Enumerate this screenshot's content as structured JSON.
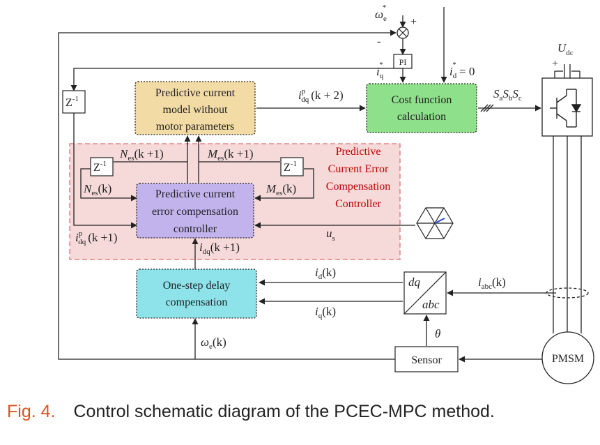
{
  "blocks": {
    "model": [
      "Predictive current",
      "model without",
      "motor parameters"
    ],
    "cost": [
      "Cost function",
      "calculation"
    ],
    "pcec_ctrl": [
      "Predictive current",
      "error compensation",
      "controller"
    ],
    "delay": [
      "One-step delay",
      "compensation"
    ],
    "pcec_region": [
      "Predictive",
      "Current Error",
      "Compensation",
      "Controller"
    ],
    "pi": "PI",
    "zinv": "Z",
    "zinv_sup": "-1",
    "dq": "dq",
    "abc": "abc",
    "sensor": "Sensor",
    "pmsm": "PMSM"
  },
  "signals": {
    "omega_ref": "ω",
    "omega_ref_sub": "e",
    "omega_ref_sup": "*",
    "plus": "+",
    "minus": "-",
    "iq_ref": "i",
    "iq_ref_sub": "q",
    "iq_ref_sup": "*",
    "id_ref": "i",
    "id_ref_sub": "d",
    "id_ref_sup": "*",
    "id_ref_val": " = 0",
    "idq_pred": "i",
    "idq_pred_sup": "p",
    "idq_pred_sub": "dq",
    "idq_pred_arg": "(k + 2)",
    "switch_states": "S",
    "switch_sub_a": "a",
    "switch_sub_b": "b",
    "switch_sub_c": "c",
    "udc": "U",
    "udc_sub": "dc",
    "nes_next": "N",
    "nes_next_sub": "es",
    "nes_next_arg": "(k +1)",
    "mes_next": "M",
    "mes_next_sub": "es",
    "mes_next_arg": "(k +1)",
    "nes": "N",
    "nes_sub": "es",
    "nes_arg": "(k)",
    "mes": "M",
    "mes_sub": "es",
    "mes_arg": "(k)",
    "us": "u",
    "us_sub": "s",
    "ip_left": "i",
    "ip_left_sup": "p",
    "ip_left_sub": "dq",
    "ip_left_arg": "(k +1)",
    "idq_meas": "i",
    "idq_meas_sub": "dq",
    "idq_meas_arg": "(k +1)",
    "id_k": "i",
    "id_k_sub": "d",
    "id_k_arg": "(k)",
    "iq_k": "i",
    "iq_k_sub": "q",
    "iq_k_arg": "(k)",
    "iabc": "i",
    "iabc_sub": "abc",
    "iabc_arg": "(k)",
    "omega_e": "ω",
    "omega_e_sub": "e",
    "omega_e_arg": "(k)",
    "theta": "θ"
  },
  "caption": {
    "number": "Fig. 4.",
    "text": "Control schematic diagram of the PCEC-MPC method."
  },
  "colors": {
    "model_fill": "#f3dba5",
    "cost_fill": "#8ee08a",
    "pcec_fill": "#c3b3ec",
    "delay_fill": "#8ee2ea",
    "region_fill": "#f6d9d9",
    "region_border": "#e07070",
    "region_text": "#c00000",
    "caption_num": "#d9531e"
  }
}
